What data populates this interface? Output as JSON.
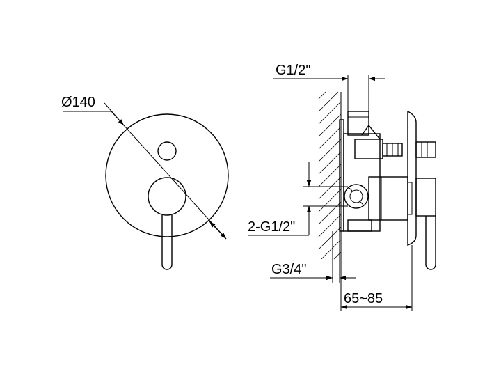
{
  "labels": {
    "diameter": "Ø140",
    "inlet_top": "G1/2\"",
    "inlet_side": "2-G1/2\"",
    "outlet": "G3/4\"",
    "depth_range": "65~85"
  },
  "colors": {
    "line": "#000000",
    "background": "#ffffff"
  }
}
